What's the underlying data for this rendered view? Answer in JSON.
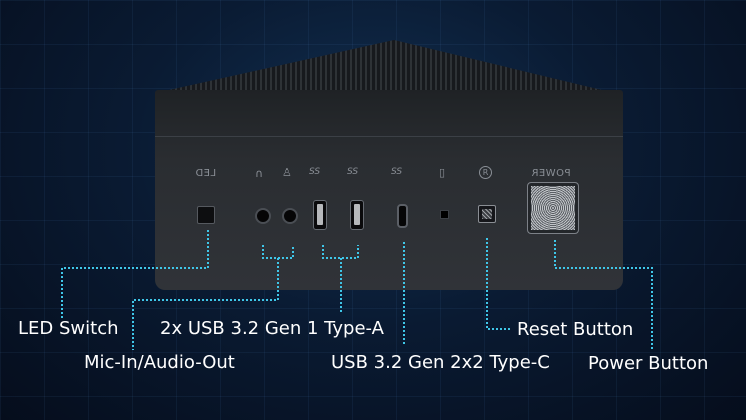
{
  "device": {
    "led_panel_label": "LED",
    "power_panel_label": "POWER",
    "usb_a_icon_left": "SS",
    "usb_a_icon_right": "SS",
    "usb_c_icon": "SS"
  },
  "callouts": {
    "led_switch": "LED Switch",
    "mic_audio": "Mic-In/Audio-Out",
    "usb_a": "2x USB 3.2 Gen 1 Type-A",
    "usb_c": "USB 3.2 Gen 2x2 Type-C",
    "reset": "Reset Button",
    "power": "Power Button"
  },
  "colors": {
    "leader_line": "#3fc6e8",
    "callout_text": "#ffffff",
    "background": "#0a1b33"
  }
}
